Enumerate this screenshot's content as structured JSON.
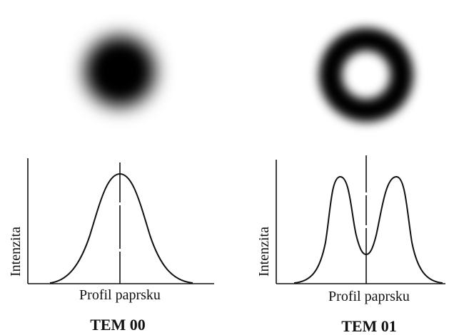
{
  "colors": {
    "ink": "#111111",
    "background": "#ffffff"
  },
  "panels": [
    {
      "mode": "TEM 00",
      "ylabel": "Intenzita",
      "xlabel": "Profil paprsku",
      "spot_shape": "filled-disc"
    },
    {
      "mode": "TEM 01",
      "ylabel": "Intenzita",
      "xlabel": "Profil paprsku",
      "spot_shape": "ring"
    }
  ]
}
